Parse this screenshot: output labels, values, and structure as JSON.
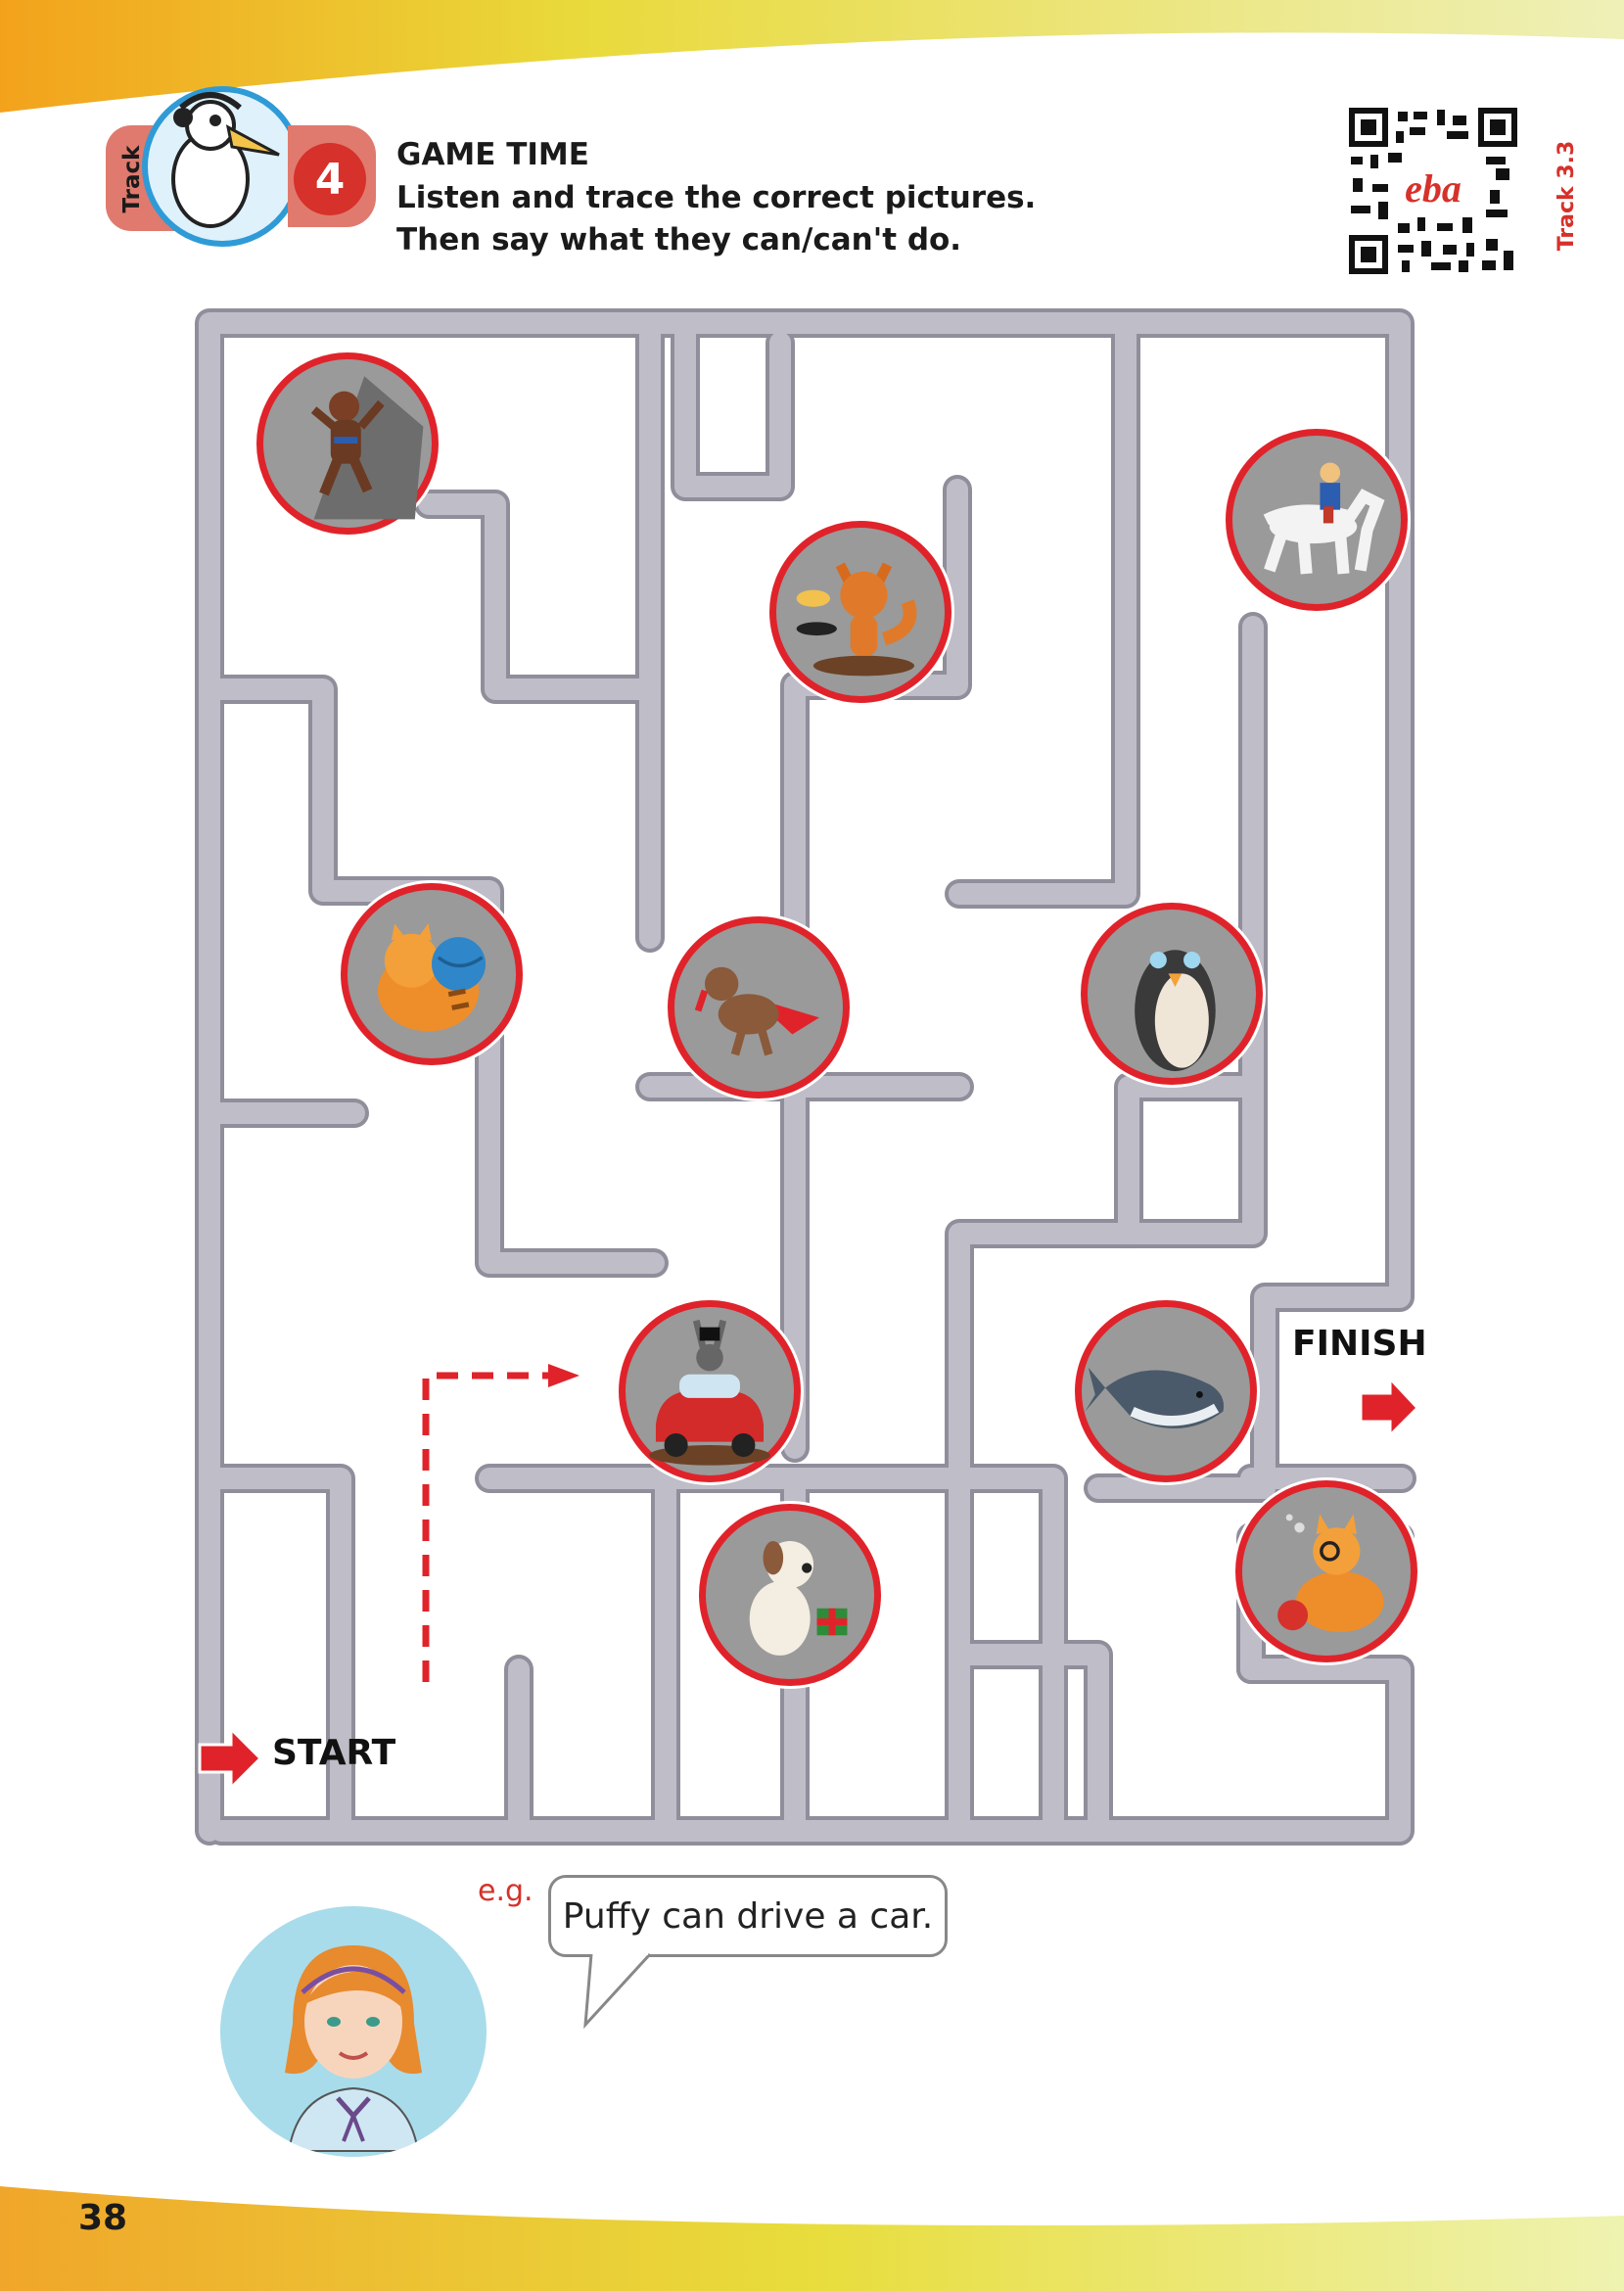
{
  "header": {
    "track_tab": "Track 3.3",
    "exercise_number": "4",
    "title": "GAME TIME",
    "instruction_line1": "Listen and trace the correct pictures.",
    "instruction_line2": "Then say what they can/can't do.",
    "qr_track_label": "Track 3.3",
    "qr_logo": "eba"
  },
  "maze": {
    "finish_label": "FINISH",
    "start_label": "START",
    "pictures": [
      {
        "id": "climber",
        "icon": "rock-climber-icon"
      },
      {
        "id": "fox",
        "icon": "fox-cooking-icon"
      },
      {
        "id": "horse-rider",
        "icon": "horse-rider-icon"
      },
      {
        "id": "cat-yarn",
        "icon": "cat-with-yarn-icon"
      },
      {
        "id": "flying-dog",
        "icon": "flying-dog-icon"
      },
      {
        "id": "penguin",
        "icon": "penguin-icon"
      },
      {
        "id": "rabbit-car",
        "icon": "rabbit-driving-car-icon"
      },
      {
        "id": "whale",
        "icon": "whale-icon"
      },
      {
        "id": "dog-gift",
        "icon": "dog-with-gift-icon"
      },
      {
        "id": "cat-ball",
        "icon": "cat-with-ball-icon"
      }
    ]
  },
  "example": {
    "label": "e.g.",
    "speech": "Puffy can drive a car."
  },
  "footer": {
    "page_number": "38"
  },
  "colors": {
    "accent_red": "#e0232a",
    "maze_grey": "#b6b5c0",
    "footer_yellow": "#e9dc3a"
  }
}
